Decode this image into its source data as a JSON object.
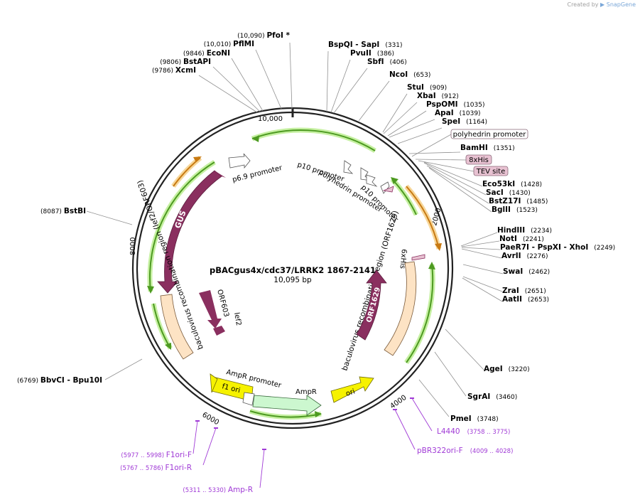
{
  "watermark": {
    "prefix": "Created by",
    "brand": "SnapGene"
  },
  "plasmid": {
    "name": "pBACgus4x/cdc37/LRRK2 1867-2141",
    "length_label": "10,095 bp"
  },
  "ticks": [
    {
      "label": "10,000",
      "bp": 0
    },
    {
      "label": "2000",
      "bp": 2000
    },
    {
      "label": "4000",
      "bp": 4000
    },
    {
      "label": "6000",
      "bp": 6000
    },
    {
      "label": "8000",
      "bp": 8000
    }
  ],
  "sites": [
    {
      "pos": "(10,090)",
      "name": "PfoI *"
    },
    {
      "pos": "(10,010)",
      "name": "PflMI"
    },
    {
      "pos": "(9846)",
      "name": "EcoNI"
    },
    {
      "pos": "(9806)",
      "name": "BstAPI"
    },
    {
      "pos": "(9786)",
      "name": "XcmI"
    },
    {
      "pos": "(331)",
      "name": "BspQI - SapI"
    },
    {
      "pos": "(386)",
      "name": "PvuII"
    },
    {
      "pos": "(406)",
      "name": "SbfI"
    },
    {
      "pos": "(653)",
      "name": "NcoI"
    },
    {
      "pos": "(909)",
      "name": "StuI"
    },
    {
      "pos": "(912)",
      "name": "XbaI"
    },
    {
      "pos": "(1035)",
      "name": "PspOMI"
    },
    {
      "pos": "(1039)",
      "name": "ApaI"
    },
    {
      "pos": "(1164)",
      "name": "SpeI"
    },
    {
      "pos": "(1351)",
      "name": "BamHI"
    },
    {
      "pos": "(1428)",
      "name": "Eco53kI"
    },
    {
      "pos": "(1430)",
      "name": "SacI"
    },
    {
      "pos": "(1485)",
      "name": "BstZ17I"
    },
    {
      "pos": "(1523)",
      "name": "BglII"
    },
    {
      "pos": "(2234)",
      "name": "HindIII"
    },
    {
      "pos": "(2241)",
      "name": "NotI"
    },
    {
      "pos": "(2249)",
      "name": "PaeR7I - PspXI - XhoI"
    },
    {
      "pos": "(2276)",
      "name": "AvrII"
    },
    {
      "pos": "(2462)",
      "name": "SwaI"
    },
    {
      "pos": "(2651)",
      "name": "ZraI"
    },
    {
      "pos": "(2653)",
      "name": "AatII"
    },
    {
      "pos": "(3220)",
      "name": "AgeI"
    },
    {
      "pos": "(3460)",
      "name": "SgrAI"
    },
    {
      "pos": "(3748)",
      "name": "PmeI"
    },
    {
      "pos": "(6769)",
      "name": "BbvCI - Bpu10I"
    },
    {
      "pos": "(8087)",
      "name": "BstBI"
    }
  ],
  "feature_tags": [
    {
      "label": "polyhedrin promoter",
      "kind": "promoter"
    },
    {
      "label": "8xHis",
      "kind": "tag"
    },
    {
      "label": "TEV site",
      "kind": "tag"
    }
  ],
  "primers": [
    {
      "range": "(3758 .. 3775)",
      "name": "L4440"
    },
    {
      "range": "(4009 .. 4028)",
      "name": "pBR322ori-F"
    },
    {
      "range": "(5977 .. 5998)",
      "name": "F1ori-F"
    },
    {
      "range": "(5767 .. 5786)",
      "name": "F1ori-R"
    },
    {
      "range": "(5311 .. 5330)",
      "name": "Amp-R"
    }
  ],
  "inner_labels": {
    "p69_promoter": "p6.9 promoter",
    "p10_promoter_a": "p10 promoter",
    "polyhedrin_promoter": "polyhedrin promoter",
    "p10_promoter_b": "p10 promoter",
    "gus": "GUS",
    "lef2_region": "baculovirus recombination region (lef2/ORF603)",
    "orf603": "ORF603",
    "lef2": "lef2",
    "orf1629_region": "baculovirus recombination region (ORF1629)",
    "orf1629": "ORF1629",
    "his6": "6xHis",
    "f1ori": "f1 ori",
    "ampr_promoter": "AmpR promoter",
    "ampr": "AmpR",
    "ori": "ori"
  },
  "colors": {
    "backbone": "#222222",
    "gene": "#8a2f5f",
    "recomb": "#fde3c4",
    "promoter_fill": "#ffffff",
    "ori": "#f6f200",
    "ampr": "#ccf7cf",
    "green_arrow": "#4d9a21",
    "green_glow": "#c6f0a2",
    "orange_arrow": "#c87a12",
    "orange_glow": "#f7d79a",
    "primer": "#a03ad6",
    "tag_fill": "#e8c2d2",
    "leader": "#808080"
  }
}
